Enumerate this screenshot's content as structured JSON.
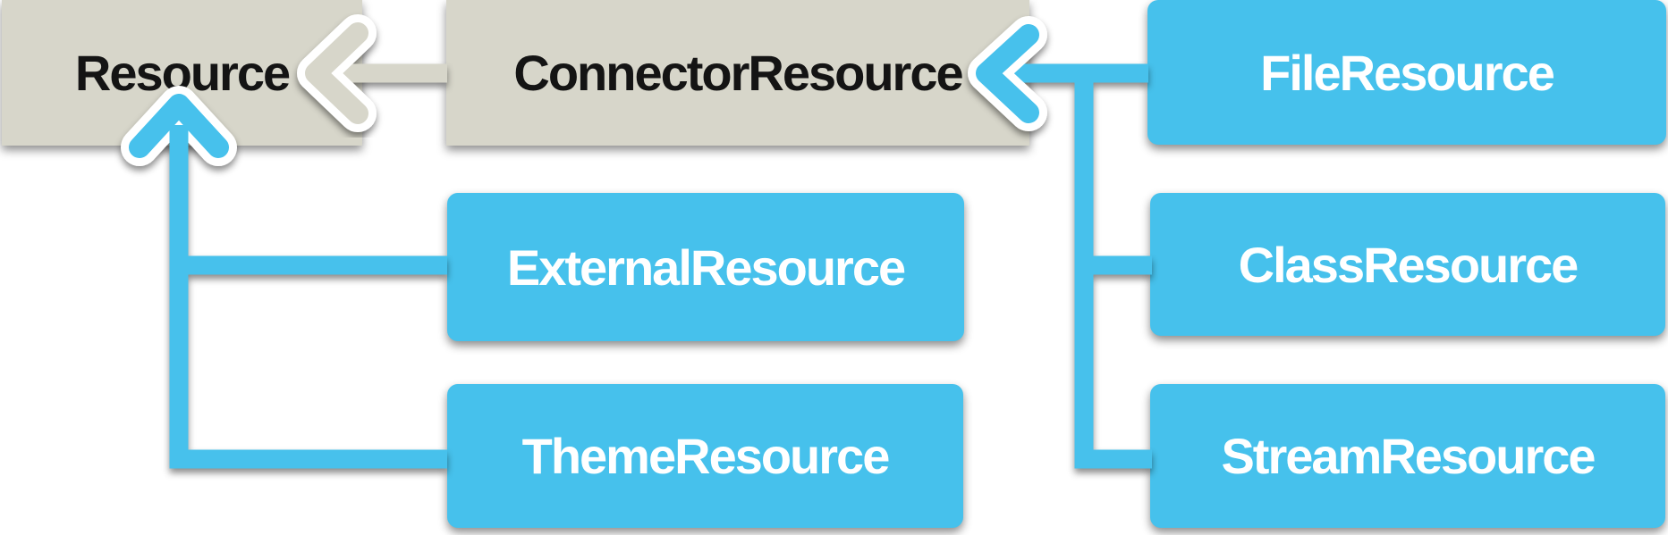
{
  "diagram": {
    "type": "class-inheritance-diagram",
    "nodes": [
      {
        "id": "resource",
        "label": "Resource",
        "kind": "superclass",
        "fill": "#d7d6ca",
        "text_color": "#141414"
      },
      {
        "id": "connector-resource",
        "label": "ConnectorResource",
        "kind": "superclass",
        "fill": "#d7d6ca",
        "text_color": "#141414"
      },
      {
        "id": "file-resource",
        "label": "FileResource",
        "kind": "subclass",
        "fill": "#46c1ec",
        "text_color": "#ffffff"
      },
      {
        "id": "external-resource",
        "label": "ExternalResource",
        "kind": "subclass",
        "fill": "#46c1ec",
        "text_color": "#ffffff"
      },
      {
        "id": "class-resource",
        "label": "ClassResource",
        "kind": "subclass",
        "fill": "#46c1ec",
        "text_color": "#ffffff"
      },
      {
        "id": "theme-resource",
        "label": "ThemeResource",
        "kind": "subclass",
        "fill": "#46c1ec",
        "text_color": "#ffffff"
      },
      {
        "id": "stream-resource",
        "label": "StreamResource",
        "kind": "subclass",
        "fill": "#46c1ec",
        "text_color": "#ffffff"
      }
    ],
    "edges": [
      {
        "from": "ConnectorResource",
        "to": "Resource",
        "arrow_color": "#d7d6ca",
        "arrow_outline": "#ffffff"
      },
      {
        "from": "ExternalResource",
        "to": "Resource",
        "arrow_color": "#46c1ec",
        "arrow_outline": "#ffffff"
      },
      {
        "from": "ThemeResource",
        "to": "Resource",
        "arrow_color": "#46c1ec",
        "arrow_outline": "#ffffff"
      },
      {
        "from": "FileResource",
        "to": "ConnectorResource",
        "arrow_color": "#46c1ec",
        "arrow_outline": "#ffffff"
      },
      {
        "from": "ClassResource",
        "to": "ConnectorResource",
        "arrow_color": "#46c1ec",
        "arrow_outline": "#ffffff"
      },
      {
        "from": "StreamResource",
        "to": "ConnectorResource",
        "arrow_color": "#46c1ec",
        "arrow_outline": "#ffffff"
      }
    ],
    "palette": {
      "background": "#ffffff",
      "superclass_fill": "#d7d6ca",
      "subclass_fill": "#46c1ec",
      "arrow_casing": "#ffffff",
      "shadow": "rgba(0,0,0,0.45)"
    }
  }
}
